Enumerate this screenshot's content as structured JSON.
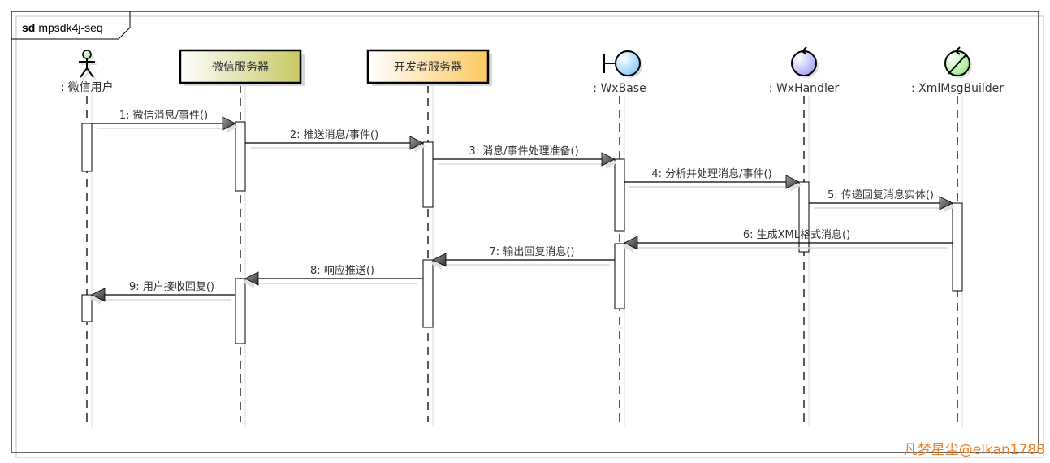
{
  "frame": {
    "kind": "sd",
    "name": "mpsdk4j-seq"
  },
  "participants": [
    {
      "id": "user",
      "type": "actor",
      "label": ": 微信用户",
      "color": "#c8f0a0"
    },
    {
      "id": "wx-server",
      "type": "box",
      "label": "微信服务器",
      "color": "#c8c864"
    },
    {
      "id": "dev-server",
      "type": "box",
      "label": "开发者服务器",
      "color": "#fcc860"
    },
    {
      "id": "wxbase",
      "type": "boundary",
      "label": ": WxBase",
      "color": "#a8d8f8"
    },
    {
      "id": "wxhandler",
      "type": "control",
      "label": ": WxHandler",
      "color": "#b8b8f8"
    },
    {
      "id": "xmlmsgbuilder",
      "type": "entity",
      "label": ": XmlMsgBuilder",
      "color": "#b0f0a0"
    }
  ],
  "messages": [
    {
      "num": "1",
      "label": "1: 微信消息/事件()",
      "from": "user",
      "to": "wx-server"
    },
    {
      "num": "2",
      "label": "2: 推送消息/事件()",
      "from": "wx-server",
      "to": "dev-server"
    },
    {
      "num": "3",
      "label": "3: 消息/事件处理准备()",
      "from": "dev-server",
      "to": "wxbase"
    },
    {
      "num": "4",
      "label": "4: 分析并处理消息/事件()",
      "from": "wxbase",
      "to": "wxhandler"
    },
    {
      "num": "5",
      "label": "5: 传递回复消息实体()",
      "from": "wxhandler",
      "to": "xmlmsgbuilder"
    },
    {
      "num": "6",
      "label": "6: 生成XML格式消息()",
      "from": "xmlmsgbuilder",
      "to": "wxbase"
    },
    {
      "num": "7",
      "label": "7: 输出回复消息()",
      "from": "wxbase",
      "to": "dev-server"
    },
    {
      "num": "8",
      "label": "8: 响应推送()",
      "from": "dev-server",
      "to": "wx-server"
    },
    {
      "num": "9",
      "label": "9: 用户接收回复()",
      "from": "wx-server",
      "to": "user"
    }
  ],
  "watermark": "凡梦星尘@elkan1788"
}
